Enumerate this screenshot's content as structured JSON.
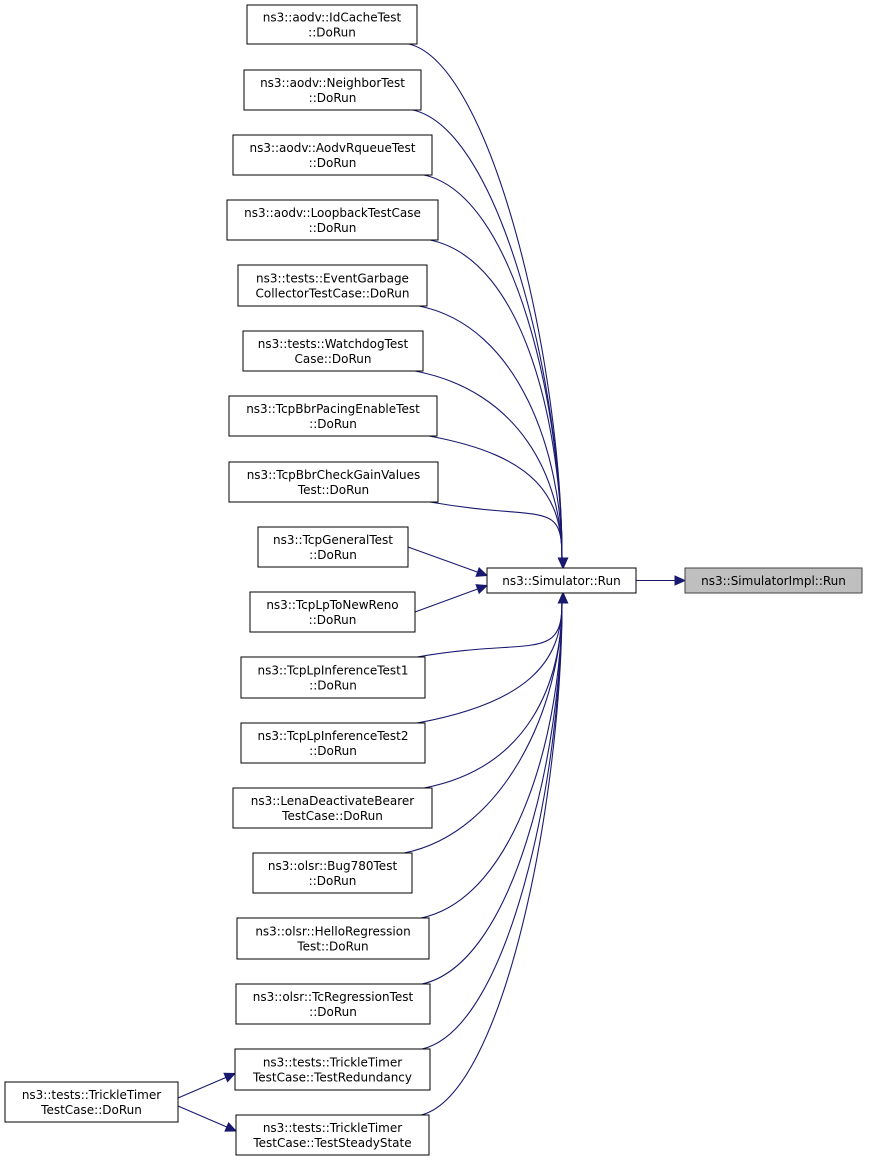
{
  "graph": {
    "target": {
      "id": "simimpl",
      "lines": [
        "ns3::SimulatorImpl::Run"
      ],
      "highlighted": true
    },
    "hub": {
      "id": "simrun",
      "lines": [
        "ns3::Simulator::Run"
      ]
    },
    "callers": [
      {
        "id": "c0",
        "lines": [
          "ns3::aodv::IdCacheTest",
          "::DoRun"
        ]
      },
      {
        "id": "c1",
        "lines": [
          "ns3::aodv::NeighborTest",
          "::DoRun"
        ]
      },
      {
        "id": "c2",
        "lines": [
          "ns3::aodv::AodvRqueueTest",
          "::DoRun"
        ]
      },
      {
        "id": "c3",
        "lines": [
          "ns3::aodv::LoopbackTestCase",
          "::DoRun"
        ]
      },
      {
        "id": "c4",
        "lines": [
          "ns3::tests::EventGarbage",
          "CollectorTestCase::DoRun"
        ]
      },
      {
        "id": "c5",
        "lines": [
          "ns3::tests::WatchdogTest",
          "Case::DoRun"
        ]
      },
      {
        "id": "c6",
        "lines": [
          "ns3::TcpBbrPacingEnableTest",
          "::DoRun"
        ]
      },
      {
        "id": "c7",
        "lines": [
          "ns3::TcpBbrCheckGainValues",
          "Test::DoRun"
        ]
      },
      {
        "id": "c8",
        "lines": [
          "ns3::TcpGeneralTest",
          "::DoRun"
        ]
      },
      {
        "id": "c9",
        "lines": [
          "ns3::TcpLpToNewReno",
          "::DoRun"
        ]
      },
      {
        "id": "c10",
        "lines": [
          "ns3::TcpLpInferenceTest1",
          "::DoRun"
        ]
      },
      {
        "id": "c11",
        "lines": [
          "ns3::TcpLpInferenceTest2",
          "::DoRun"
        ]
      },
      {
        "id": "c12",
        "lines": [
          "ns3::LenaDeactivateBearer",
          "TestCase::DoRun"
        ]
      },
      {
        "id": "c13",
        "lines": [
          "ns3::olsr::Bug780Test",
          "::DoRun"
        ]
      },
      {
        "id": "c14",
        "lines": [
          "ns3::olsr::HelloRegression",
          "Test::DoRun"
        ]
      },
      {
        "id": "c15",
        "lines": [
          "ns3::olsr::TcRegressionTest",
          "::DoRun"
        ]
      },
      {
        "id": "c16",
        "lines": [
          "ns3::tests::TrickleTimer",
          "TestCase::TestRedundancy"
        ]
      },
      {
        "id": "c17",
        "lines": [
          "ns3::tests::TrickleTimer",
          "TestCase::TestSteadyState"
        ]
      }
    ],
    "root": {
      "id": "root",
      "lines": [
        "ns3::tests::TrickleTimer",
        "TestCase::DoRun"
      ]
    },
    "edges": [
      {
        "from": "simrun",
        "to": "simimpl"
      },
      {
        "from": "c0",
        "to": "simrun"
      },
      {
        "from": "c1",
        "to": "simrun"
      },
      {
        "from": "c2",
        "to": "simrun"
      },
      {
        "from": "c3",
        "to": "simrun"
      },
      {
        "from": "c4",
        "to": "simrun"
      },
      {
        "from": "c5",
        "to": "simrun"
      },
      {
        "from": "c6",
        "to": "simrun"
      },
      {
        "from": "c7",
        "to": "simrun"
      },
      {
        "from": "c8",
        "to": "simrun"
      },
      {
        "from": "c9",
        "to": "simrun"
      },
      {
        "from": "c10",
        "to": "simrun"
      },
      {
        "from": "c11",
        "to": "simrun"
      },
      {
        "from": "c12",
        "to": "simrun"
      },
      {
        "from": "c13",
        "to": "simrun"
      },
      {
        "from": "c14",
        "to": "simrun"
      },
      {
        "from": "c15",
        "to": "simrun"
      },
      {
        "from": "c16",
        "to": "simrun"
      },
      {
        "from": "c17",
        "to": "simrun"
      },
      {
        "from": "root",
        "to": "c16"
      },
      {
        "from": "root",
        "to": "c17"
      }
    ]
  }
}
